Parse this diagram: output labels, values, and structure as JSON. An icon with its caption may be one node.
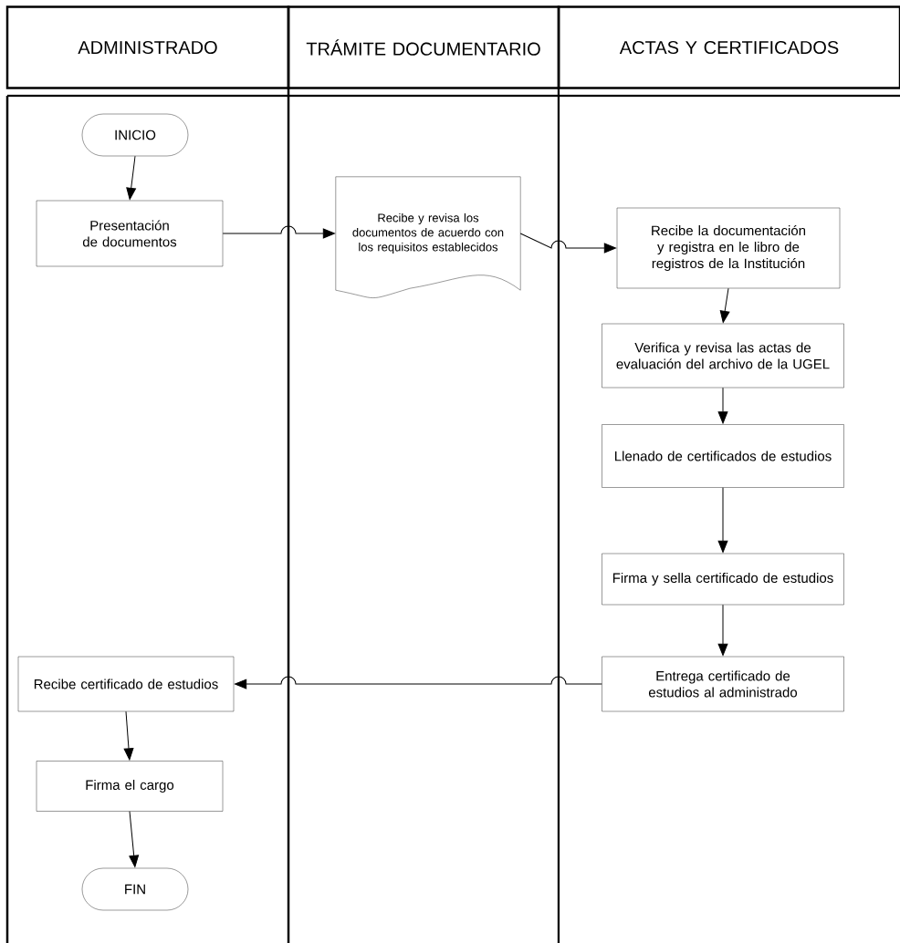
{
  "diagram": {
    "nodes": [
      {
        "text": [
          "ADMINISTRADO"
        ]
      },
      {
        "text": [
          "TRÁMITE DOCUMENTARIO"
        ]
      },
      {
        "text": [
          "ACTAS Y CERTIFICADOS"
        ]
      },
      {
        "text": [
          "INICIO"
        ]
      },
      {
        "text": [
          "Presentación de documentos"
        ]
      },
      {
        "text": [
          "Recibe y revisa los documentos de acuerdo con los requisitos establecidos"
        ]
      },
      {
        "text": [
          "Recibe la documentación y registra en le libro de registros de la Institución"
        ]
      },
      {
        "text": [
          "Verifica y revisa las actas de evaluación del archivo de la UGEL"
        ]
      },
      {
        "text": [
          "Llenado de certificados de estudios"
        ]
      },
      {
        "text": [
          "Firma y sella certificado de estudios"
        ]
      },
      {
        "text": [
          "Entrega certificado de estudios al administrado"
        ]
      },
      {
        "text": [
          "Recibe certificado de estudios"
        ]
      },
      {
        "text": [
          "Firma el cargo"
        ]
      },
      {
        "text": [
          "FIN"
        ]
      }
    ],
    "edges": [
      {
        "from": 3,
        "to": 4,
        "arrow": "to"
      },
      {
        "from": 4,
        "to": 5,
        "arrow": "to"
      },
      {
        "from": 5,
        "to": 6,
        "arrow": "to"
      },
      {
        "from": 6,
        "to": 7,
        "arrow": "to"
      },
      {
        "from": 7,
        "to": 8,
        "arrow": "to"
      },
      {
        "from": 8,
        "to": 9,
        "arrow": "to"
      },
      {
        "from": 9,
        "to": 10,
        "arrow": "to"
      },
      {
        "from": 10,
        "to": 11,
        "arrow": "to"
      },
      {
        "from": 11,
        "to": 12,
        "arrow": "to"
      },
      {
        "from": 12,
        "to": 13,
        "arrow": "to"
      }
    ]
  }
}
